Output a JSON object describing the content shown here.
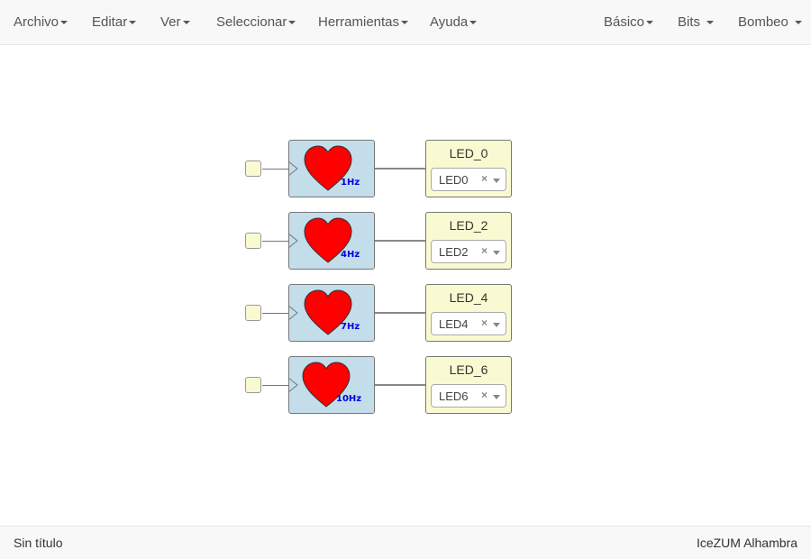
{
  "menu": {
    "left": [
      "Archivo",
      "Editar",
      "Ver",
      "Seleccionar",
      "Herramientas",
      "Ayuda"
    ],
    "right": [
      "Básico",
      "Bits",
      "Bombeo"
    ]
  },
  "blocks": [
    {
      "frequency": "1Hz",
      "led_title": "LED_0",
      "led_value": "LED0",
      "clear": "×"
    },
    {
      "frequency": "4Hz",
      "led_title": "LED_2",
      "led_value": "LED2",
      "clear": "×"
    },
    {
      "frequency": "7Hz",
      "led_title": "LED_4",
      "led_value": "LED4",
      "clear": "×"
    },
    {
      "frequency": "10Hz",
      "led_title": "LED_6",
      "led_value": "LED6",
      "clear": "×"
    }
  ],
  "footer": {
    "file_name": "Sin título",
    "board": "IceZUM Alhambra"
  },
  "colors": {
    "heart_block": "#c3deea",
    "led_block": "#fafad2",
    "heart": "#ff0000",
    "frequency_text": "#0000dd"
  }
}
